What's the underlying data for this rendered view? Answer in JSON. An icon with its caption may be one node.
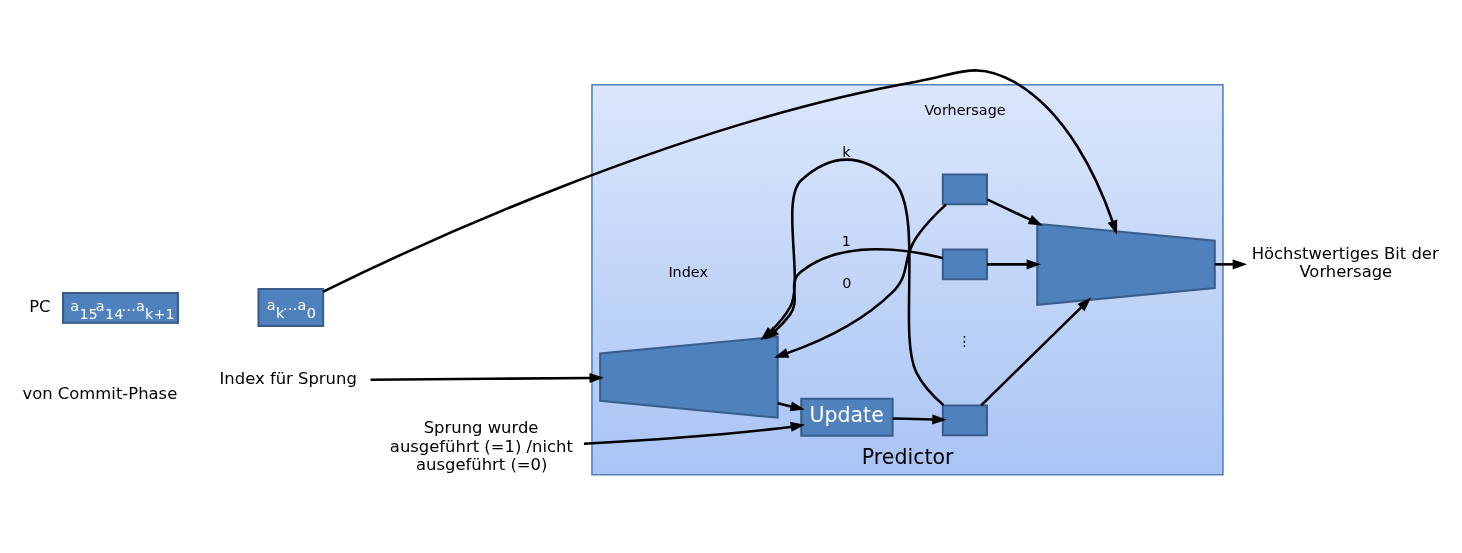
{
  "diagram": {
    "nodes": [
      {
        "text": [
          "Predictor"
        ]
      },
      {
        "text": [
          "a$_{15}$a$_{14}$…a$_{k+1}$"
        ],
        "beside": [
          "PC"
        ]
      },
      {
        "text": [
          "a$_{k}$…a$_{0}$"
        ]
      },
      {
        "text": [],
        "shape": "trapezoid",
        "in": 0
      },
      {
        "text": [],
        "shape": "trapezoid",
        "in": 0
      },
      {
        "text": [],
        "shape": "box",
        "in": 0
      },
      {
        "text": [],
        "shape": "box",
        "in": 0
      },
      {
        "text": [],
        "shape": "box",
        "in": 0
      },
      {
        "text": [
          "Update"
        ],
        "in": 0
      },
      {
        "text": [
          "Index für Sprung"
        ]
      },
      {
        "text": [
          "Sprung wurde ausgeführt (=1) /nicht ausgeführt (=0)"
        ]
      },
      {
        "text": [
          "Höchstwertiges Bit der Vorhersage"
        ]
      }
    ],
    "edges": [
      {
        "from": 2,
        "to": 4,
        "arrow": "to"
      },
      {
        "from": 5,
        "to": 3,
        "arrow": "to",
        "label": "0"
      },
      {
        "from": 5,
        "to": 4,
        "arrow": "to"
      },
      {
        "from": 6,
        "to": 3,
        "arrow": "to",
        "label": "1"
      },
      {
        "from": 6,
        "to": 4,
        "arrow": "to"
      },
      {
        "from": 7,
        "to": 3,
        "arrow": "to",
        "label": "k"
      },
      {
        "from": 7,
        "to": 4,
        "arrow": "to"
      },
      {
        "from": 9,
        "to": 3,
        "arrow": "to"
      },
      {
        "from": 3,
        "to": 8,
        "arrow": "to"
      },
      {
        "from": 10,
        "to": 8,
        "arrow": "to"
      },
      {
        "from": 8,
        "to": 7,
        "arrow": "to"
      },
      {
        "from": 4,
        "to": 11,
        "arrow": "to"
      }
    ],
    "labels": [
      "Index",
      "Vorhersage",
      "⋮",
      "von Commit-Phase"
    ]
  }
}
